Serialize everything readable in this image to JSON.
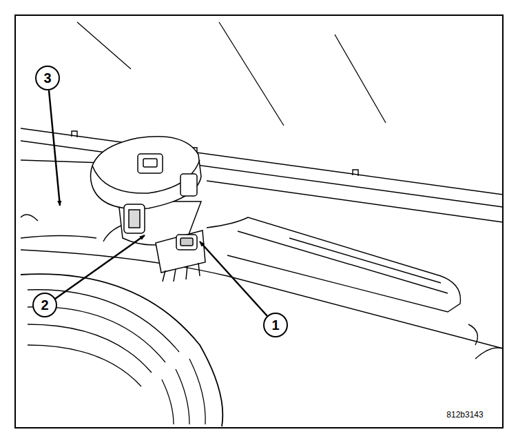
{
  "diagram": {
    "labels": [
      "3",
      "2",
      "1",
      "812b3143"
    ]
  }
}
